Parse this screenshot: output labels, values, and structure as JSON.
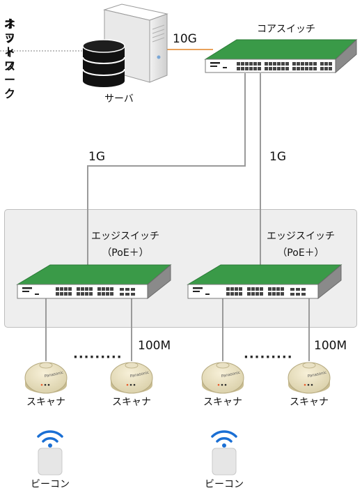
{
  "office_network": [
    "オフィス",
    "ネットワーク"
  ],
  "server": {
    "label": "サーバ"
  },
  "core_switch": {
    "label": "コアスイッチ"
  },
  "links": {
    "server_core": "10G",
    "core_edge_left": "1G",
    "core_edge_right": "1G",
    "edge_scanner": "100M"
  },
  "edge_switches": [
    {
      "name": "エッジスイッチ",
      "spec": "（PoE＋）"
    },
    {
      "name": "エッジスイッチ",
      "spec": "（PoE＋）"
    }
  ],
  "scanners": [
    {
      "label": "スキャナ",
      "brand": "Panasonic"
    },
    {
      "label": "スキャナ",
      "brand": "Panasonic"
    },
    {
      "label": "スキャナ",
      "brand": "Panasonic"
    },
    {
      "label": "スキャナ",
      "brand": "Panasonic"
    }
  ],
  "beacons": [
    {
      "label": "ビーコン"
    },
    {
      "label": "ビーコン"
    }
  ],
  "colors": {
    "switch_green": "#3a9a48",
    "link_gray": "#9a9a9a",
    "fiber_orange": "#e8a15a",
    "wifi_blue": "#1a6fd4",
    "area_bg": "#eeeeee"
  },
  "icons": [
    "server-icon",
    "database-icon",
    "switch-icon",
    "scanner-icon",
    "wifi-icon",
    "beacon-icon"
  ]
}
